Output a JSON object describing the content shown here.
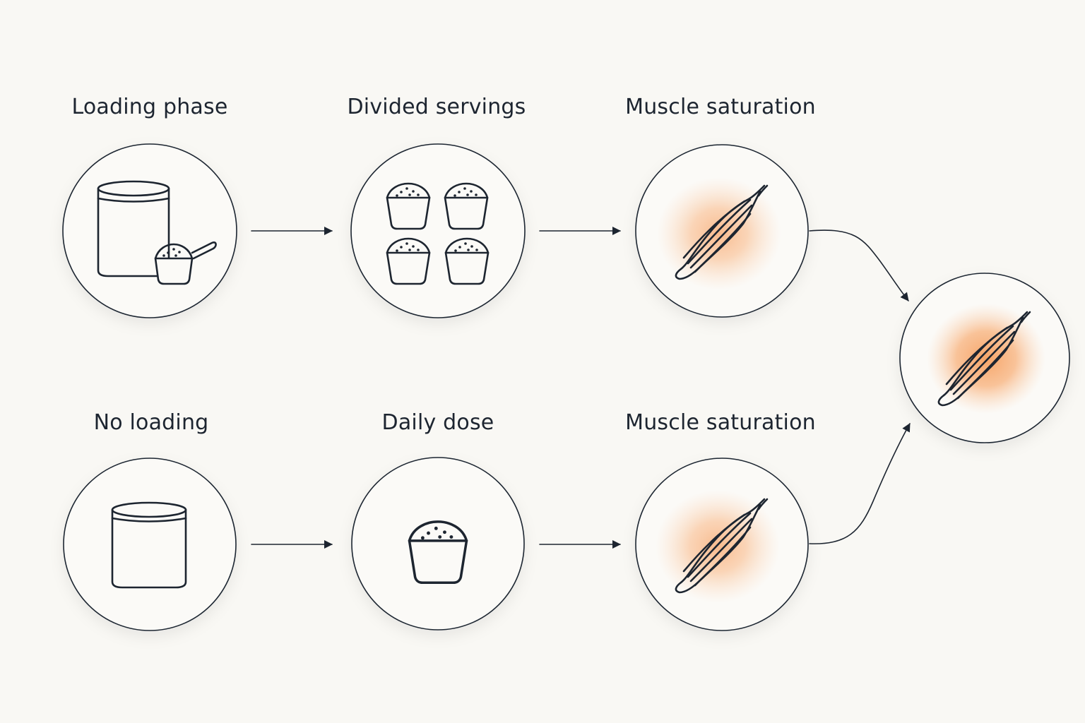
{
  "rows": [
    {
      "steps": [
        {
          "label": "Loading phase",
          "icon": "tub-and-scoop-icon"
        },
        {
          "label": "Divided servings",
          "icon": "four-scoops-icon"
        },
        {
          "label": "Muscle saturation",
          "icon": "muscle-icon"
        }
      ]
    },
    {
      "steps": [
        {
          "label": "No loading",
          "icon": "tub-icon"
        },
        {
          "label": "Daily dose",
          "icon": "scoop-icon"
        },
        {
          "label": "Muscle saturation",
          "icon": "muscle-icon"
        }
      ]
    }
  ],
  "outcome": {
    "icon": "muscle-icon"
  },
  "colors": {
    "background": "#f9f8f4",
    "ink": "#1d2530",
    "glow": "#f7a163"
  }
}
